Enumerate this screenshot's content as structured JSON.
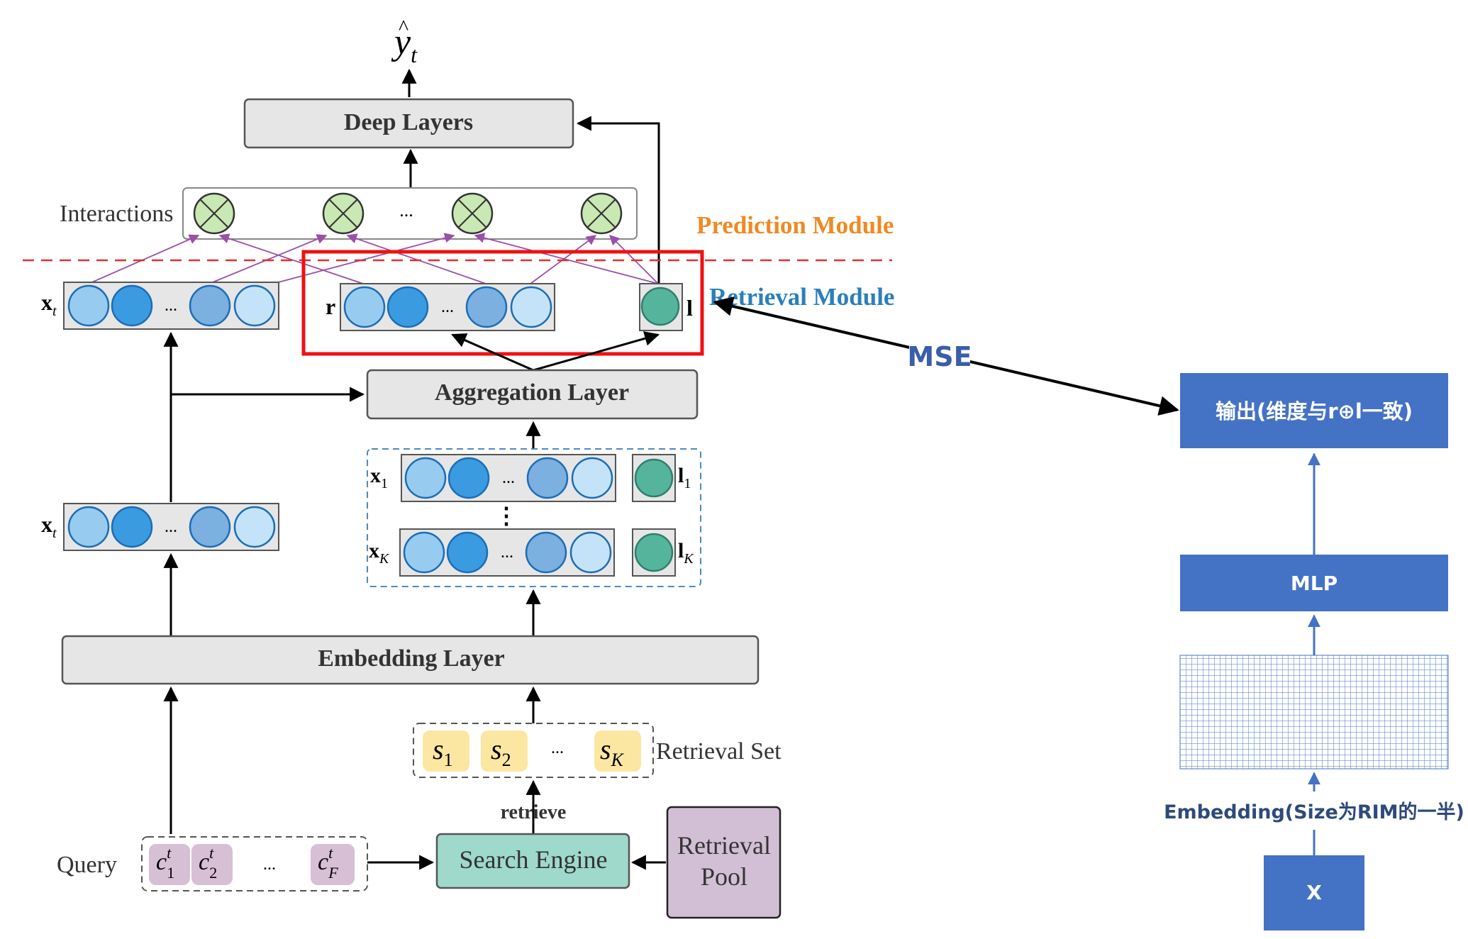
{
  "left": {
    "output": {
      "base": "y",
      "sub": "t"
    },
    "deep_layers": "Deep Layers",
    "interactions": "Interactions",
    "prediction_module": "Prediction Module",
    "retrieval_module": "Retrieval Module",
    "xt_top": {
      "base": "x",
      "sub": "t"
    },
    "r_label": "r",
    "l_label": "l",
    "aggregation_layer": "Aggregation Layer",
    "x1": {
      "base": "x",
      "sub": "1"
    },
    "l1": {
      "base": "l",
      "sub": "1"
    },
    "xK": {
      "base": "x",
      "sub": "K"
    },
    "lK": {
      "base": "l",
      "sub": "K"
    },
    "vdots": "⋮",
    "xt_bottom": {
      "base": "x",
      "sub": "t"
    },
    "embedding_layer": "Embedding Layer",
    "s1": {
      "base": "s",
      "sub": "1"
    },
    "s2": {
      "base": "s",
      "sub": "2"
    },
    "sK": {
      "base": "s",
      "sub": "K"
    },
    "retrieval_set": "Retrieval Set",
    "retrieve": "retrieve",
    "query": "Query",
    "c1": {
      "base": "c",
      "sup": "t",
      "sub": "1"
    },
    "c2": {
      "base": "c",
      "sup": "t",
      "sub": "2"
    },
    "cF": {
      "base": "c",
      "sup": "t",
      "sub": "F"
    },
    "search_engine": "Search Engine",
    "retrieval_pool": [
      "Retrieval",
      "Pool"
    ],
    "ellipsis": "..."
  },
  "mse": "MSE",
  "right": {
    "output_box": "输出(维度与r⊕l一致)",
    "mlp": "MLP",
    "embedding": "Embedding(Size为RIM的一半)",
    "x": "X"
  },
  "colors": {
    "layer_fill": "#e6e6e6",
    "circle_light": "#97ccf0",
    "circle_dark": "#3a9be0",
    "circle_mid": "#7bb0e0",
    "circle_pale": "#c5e3f8",
    "circle_green": "#55b59c",
    "interaction_fill": "#c9e8b4",
    "item_yellow": "#fbe7a2",
    "item_purple": "#d7bfd6",
    "search_engine": "#9ed9cb",
    "retrieval_pool": "#d3bfd5",
    "prediction_orange": "#ee8a22",
    "retrieval_blue": "#2a7fba",
    "highlight_red": "#ee1111",
    "mse_blue": "#3a5ea8",
    "right_box_blue": "#4472c4",
    "interaction_line": "#9a4fa8"
  }
}
